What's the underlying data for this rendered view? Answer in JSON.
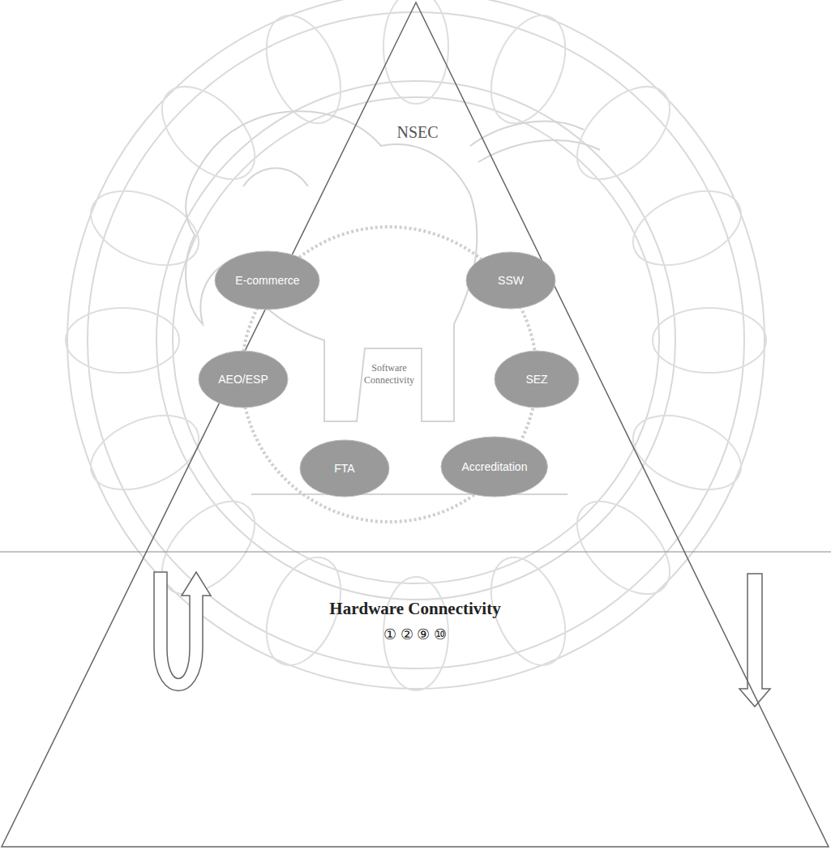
{
  "diagram": {
    "nodes": [
      {
        "text": [
          "NSEC"
        ]
      },
      {
        "text": [
          "Software Connectivity"
        ],
        "in": 0
      },
      {
        "text": [
          "E-commerce"
        ],
        "in": 0
      },
      {
        "text": [
          "SSW"
        ],
        "in": 0
      },
      {
        "text": [
          "SEZ"
        ],
        "in": 0
      },
      {
        "text": [
          "Accreditation"
        ],
        "in": 0
      },
      {
        "text": [
          "FTA"
        ],
        "in": 0
      },
      {
        "text": [
          "AEO/ESP"
        ],
        "in": 0
      },
      {
        "text": [
          "Hardware Connectivity",
          "① ② ⑨ ⑩"
        ],
        "in": 0
      }
    ]
  }
}
